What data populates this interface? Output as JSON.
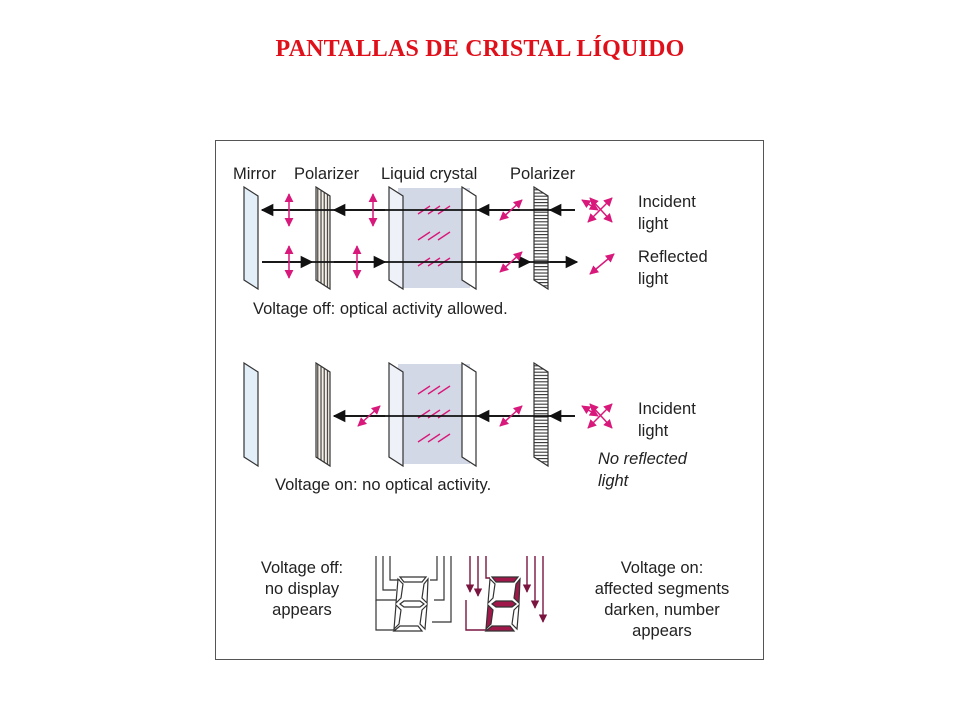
{
  "title": "PANTALLAS DE CRISTAL LÍQUIDO",
  "colors": {
    "title": "#e0101b",
    "polarization": "#d8187a",
    "segment_on": "#a0184a",
    "lc_shade": "#d3d8e6"
  },
  "top_panel": {
    "labels": {
      "mirror": "Mirror",
      "polarizer_left": "Polarizer",
      "liquid_crystal": "Liquid crystal",
      "polarizer_right": "Polarizer"
    },
    "incident_line1": "Incident",
    "incident_line2": "light",
    "reflected_line1": "Reflected",
    "reflected_line2": "light",
    "caption": "Voltage off: optical activity allowed."
  },
  "middle_panel": {
    "incident_line1": "Incident",
    "incident_line2": "light",
    "no_reflected_line1": "No reflected",
    "no_reflected_line2": "light",
    "caption": "Voltage on: no optical activity."
  },
  "bottom_panel": {
    "left_text": [
      "Voltage off:",
      "no display",
      "appears"
    ],
    "right_text": [
      "Voltage on:",
      "affected segments",
      "darken, number",
      "appears"
    ]
  }
}
